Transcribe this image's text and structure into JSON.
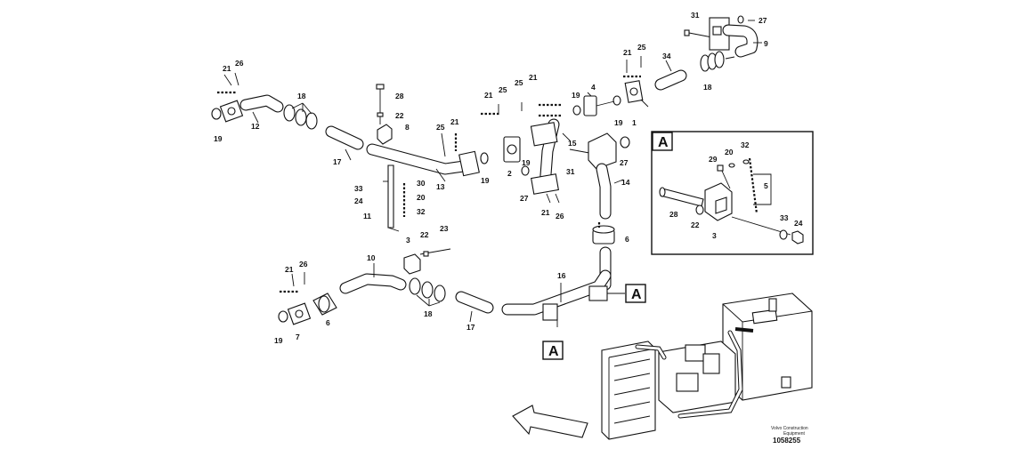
{
  "callouts": {
    "c31a": "31",
    "c27a": "27",
    "c9": "9",
    "c21a": "21",
    "c25a": "25",
    "c34": "34",
    "c18a": "18",
    "c4": "4",
    "c19a": "19",
    "c19b": "19",
    "c1": "1",
    "c21b": "21",
    "c25b": "25",
    "c21c": "21",
    "c21d": "21",
    "c26a": "26",
    "c28a": "28",
    "c22a": "22",
    "c8": "8",
    "c18b": "18",
    "c19c": "19",
    "c12": "12",
    "c17a": "17",
    "c25c": "25",
    "c21e": "21",
    "c19d": "19",
    "c13": "13",
    "c15": "15",
    "c31b": "31",
    "c27b": "27",
    "c2": "2",
    "c19e": "19",
    "c14": "14",
    "c27c": "27",
    "c21f": "21",
    "c26b": "26",
    "c30": "30",
    "c33a": "33",
    "c20a": "20",
    "c24a": "24",
    "c32a": "32",
    "c11": "11",
    "c3a": "3",
    "c22b": "22",
    "c23": "23",
    "c6a": "6",
    "c10": "10",
    "c21g": "21",
    "c26c": "26",
    "c18c": "18",
    "c16": "16",
    "c17b": "17",
    "c19f": "19",
    "c7": "7",
    "c6b": "6",
    "i32": "32",
    "i20": "20",
    "i29": "29",
    "i5": "5",
    "i28": "28",
    "i22": "22",
    "i3": "3",
    "i33": "33",
    "i24": "24"
  },
  "detail_labels": {
    "inset": "A",
    "ref_right": "A",
    "ref_bottom": "A"
  },
  "footer": {
    "brand_line1": "Volvo Construction",
    "brand_line2": "Equipment",
    "drawing_number": "1058255"
  }
}
